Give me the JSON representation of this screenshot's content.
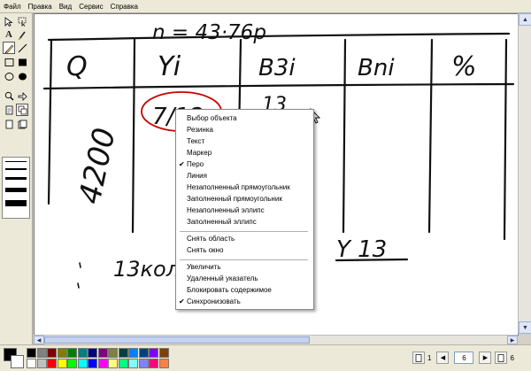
{
  "menu": [
    "Файл",
    "Правка",
    "Вид",
    "Сервис",
    "Справка"
  ],
  "icons": {
    "select": "arrow-select-icon",
    "lasso": "lasso-select-icon",
    "text": "text-icon",
    "pen": "pen-icon",
    "highlighter": "highlighter-icon",
    "line": "line-icon",
    "rect_outline": "rectangle-outline-icon",
    "rect_fill": "rectangle-filled-icon",
    "ellipse_outline": "ellipse-outline-icon",
    "ellipse_fill": "ellipse-filled-icon",
    "zoom": "zoom-icon",
    "pointer": "remote-pointer-icon",
    "page": "page-icon",
    "sync": "sync-icon"
  },
  "board": {
    "n_label": "n = 43·76р",
    "headers": [
      "Q",
      "Yi",
      "В3i",
      "Bni",
      "%"
    ],
    "q_value": "4200",
    "y_value": "7/12",
    "b3_value": "13",
    "bottom_left": "13кол",
    "bottom_right": "Y 13"
  },
  "context_menu": {
    "items": [
      {
        "label": "Выбор объекта",
        "checked": false
      },
      {
        "label": "Резинка",
        "checked": false
      },
      {
        "label": "Текст",
        "checked": false
      },
      {
        "label": "Маркер",
        "checked": false
      },
      {
        "label": "Перо",
        "checked": true
      },
      {
        "label": "Линия",
        "checked": false
      },
      {
        "label": "Незаполненный прямоугольник",
        "checked": false
      },
      {
        "label": "Заполненный прямоугольник",
        "checked": false
      },
      {
        "label": "Незаполненный эллипс",
        "checked": false
      },
      {
        "label": "Заполненный эллипс",
        "checked": false
      },
      {
        "label": "Снять область",
        "checked": false
      },
      {
        "label": "Снять окно",
        "checked": false
      },
      {
        "label": "Увеличить",
        "checked": false
      },
      {
        "label": "Удаленный указатель",
        "checked": false
      },
      {
        "label": "Блокировать содержимое",
        "checked": false
      },
      {
        "label": "Синхронизовать",
        "checked": true
      }
    ]
  },
  "palette": [
    "#000000",
    "#808080",
    "#800000",
    "#808000",
    "#008000",
    "#008080",
    "#000080",
    "#800080",
    "#808040",
    "#004040",
    "#0080ff",
    "#004080",
    "#8000ff",
    "#804000",
    "#ffffff",
    "#c0c0c0",
    "#ff0000",
    "#ffff00",
    "#00ff00",
    "#00ffff",
    "#0000ff",
    "#ff00ff",
    "#ffff80",
    "#00ff80",
    "#80ffff",
    "#8080ff",
    "#ff0080",
    "#ff8040"
  ],
  "pager": {
    "current_page_label": "1",
    "page_input": "6",
    "total_pages": "6"
  },
  "check_mark": "✔"
}
